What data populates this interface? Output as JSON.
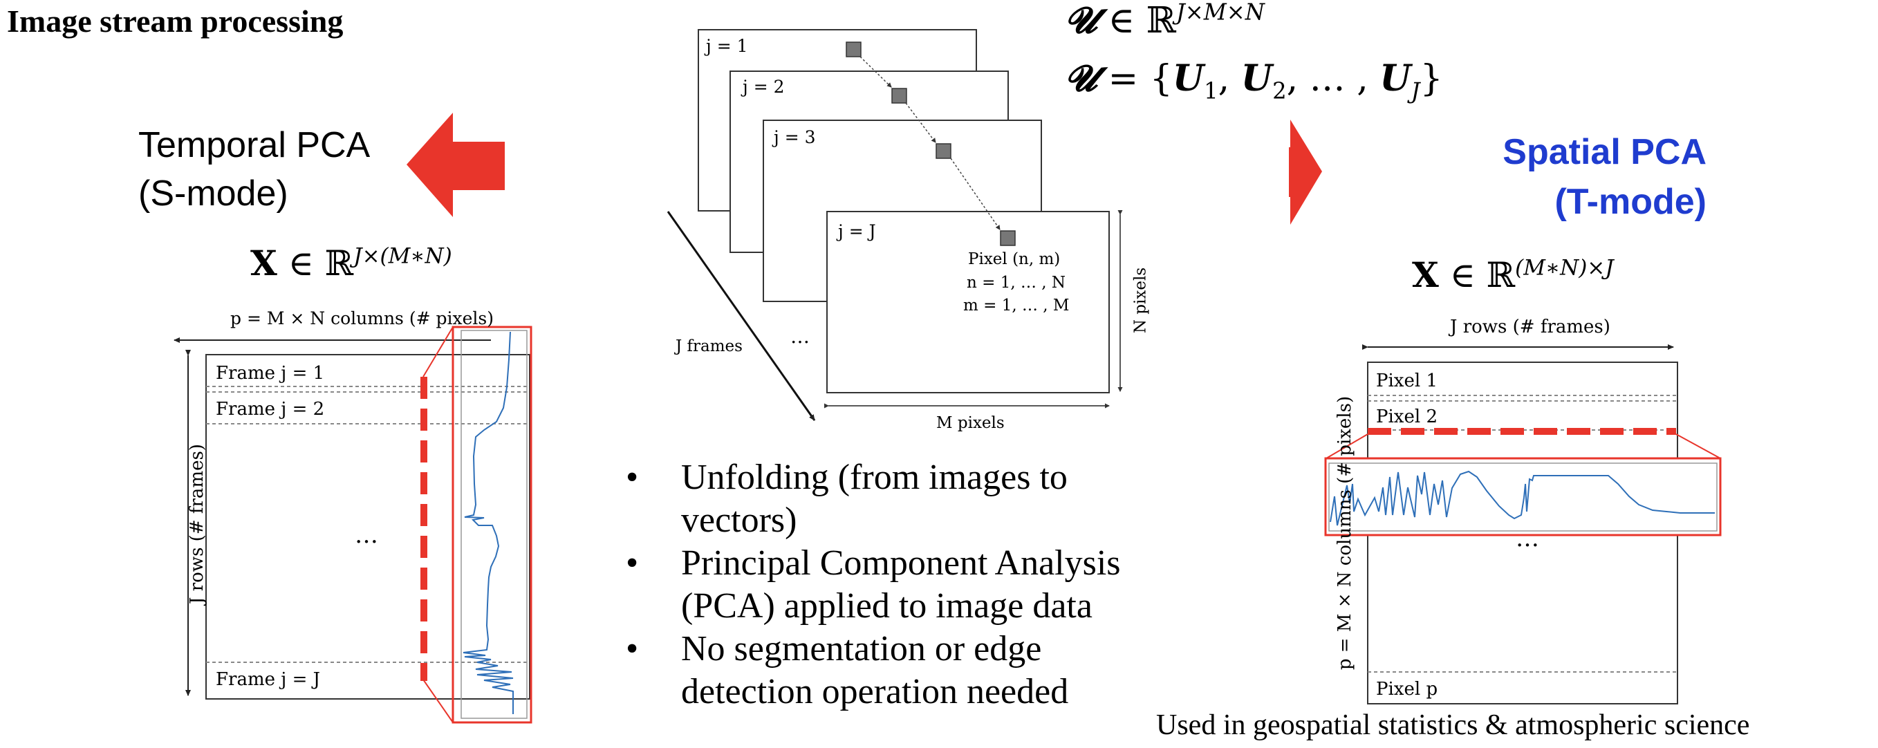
{
  "title": "Image stream processing",
  "left_panel": {
    "heading": "Temporal PCA\n(S-mode)",
    "matrix_prefix": "X ∈ ℝ",
    "matrix_exp": "J×(M∗N)",
    "columns_caption": "p = M × N columns (# pixels)",
    "rows_caption": "J rows (# frames)",
    "rows": [
      "Frame j = 1",
      "Frame j = 2",
      "Frame j = J"
    ],
    "ellipsis": "…",
    "arrow_color": "#e8352b"
  },
  "center_panel": {
    "tensor_def_exp": "J×M×N",
    "tensor_def_text": "𝓤 ∈ ℝ",
    "tensor_set_text": "𝓤 = {U₁, U₂, …, U_J}",
    "frames": [
      "j = 1",
      "j = 2",
      "j = 3",
      "j = J"
    ],
    "frames_ellipsis": "…",
    "pixel_label": "Pixel (n, m)",
    "n_range": "n = 1, … , N",
    "m_range": "m = 1, … , M",
    "n_axis": "N pixels",
    "m_axis": "M pixels",
    "j_axis": "J frames"
  },
  "bullets": [
    "Unfolding (from images to\nvectors)",
    "Principal Component Analysis\n(PCA) applied to image data",
    "No segmentation or edge\ndetection operation needed"
  ],
  "right_panel": {
    "heading": "Spatial PCA\n(T-mode)",
    "heading_color": "#1f3ccf",
    "matrix_prefix": "X ∈ ℝ",
    "matrix_exp": "(M∗N)×J",
    "columns_caption": "J rows (# frames)",
    "rows_caption": "p = M × N columns (# pixels)",
    "rows": [
      "Pixel 1",
      "Pixel 2",
      "Pixel p"
    ],
    "ellipsis": "…",
    "arrow_color": "#e8352b",
    "footnote": "Used in geospatial statistics & atmospheric science"
  }
}
